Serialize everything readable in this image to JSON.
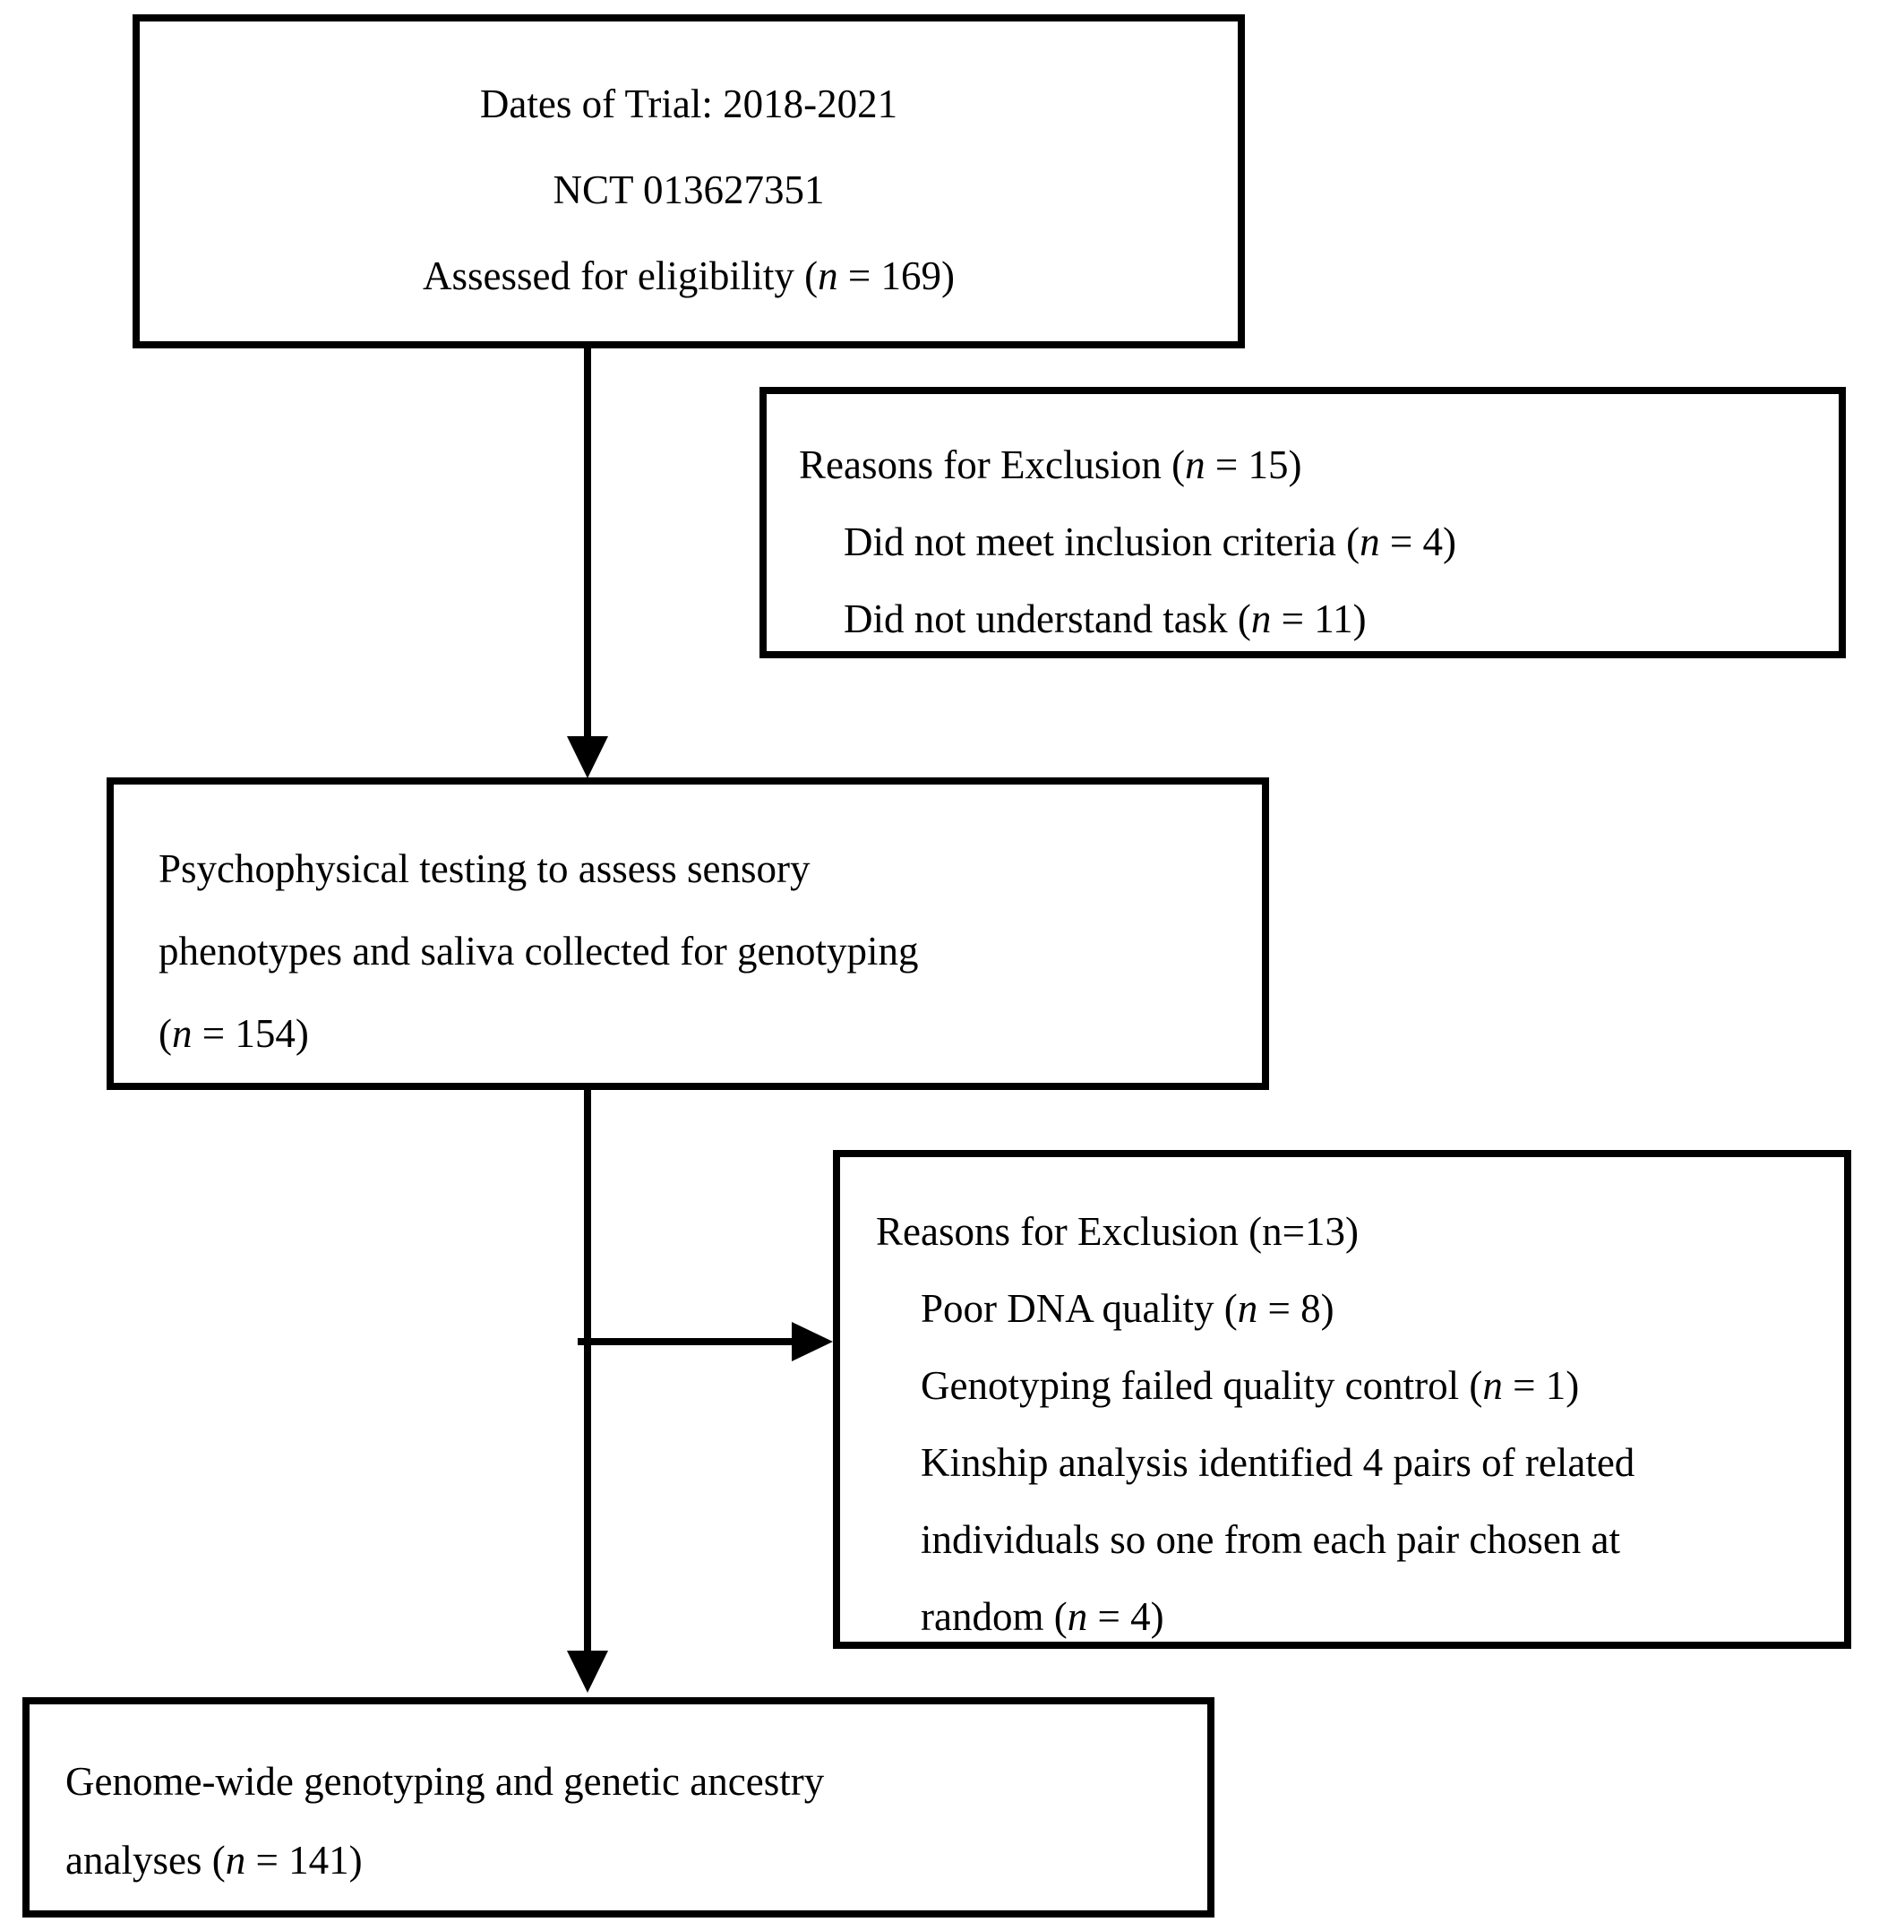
{
  "figure": {
    "type": "clinical-trial-flow-diagram",
    "colors": {
      "background": "#ffffff",
      "border": "#000000",
      "text": "#000000"
    }
  },
  "eligibility_box": {
    "line1": "Dates of Trial: 2018-2021",
    "line2": "NCT 013627351",
    "line3_pre": "Assessed for eligibility (",
    "line3_n": "n",
    "line3_post": " = 169)"
  },
  "exclusion1_box": {
    "heading_pre": "Reasons for Exclusion (",
    "heading_n": "n",
    "heading_post": " = 15)",
    "item1_pre": "Did not meet inclusion criteria (",
    "item1_n": "n",
    "item1_post": " = 4)",
    "item2_pre": "Did not understand task (",
    "item2_n": "n",
    "item2_post": " = 11)"
  },
  "testing_box": {
    "line1": "Psychophysical testing to assess sensory",
    "line2": "phenotypes and saliva collected for genotyping",
    "line3_pre": "(",
    "line3_n": "n",
    "line3_post": " = 154)"
  },
  "exclusion2_box": {
    "heading": "Reasons for Exclusion (n=13)",
    "item1_pre": "Poor DNA quality (",
    "item1_n": "n",
    "item1_post": " = 8)",
    "item2_pre": "Genotyping failed quality control (",
    "item2_n": "n",
    "item2_post": " = 1)",
    "item3_line1": "Kinship analysis identified 4 pairs of related",
    "item3_line2": "individuals so one from each pair chosen at",
    "item3_line3_pre": "random (",
    "item3_line3_n": "n",
    "item3_line3_post": " = 4)"
  },
  "analyses_box": {
    "line1": "Genome-wide genotyping and genetic ancestry",
    "line2_pre": "analyses (",
    "line2_n": "n",
    "line2_post": " = 141)"
  }
}
